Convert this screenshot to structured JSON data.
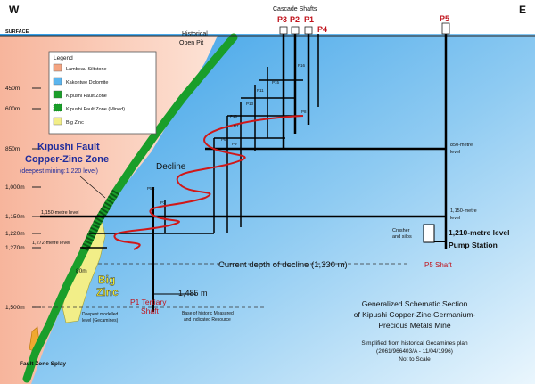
{
  "compass": {
    "west": "W",
    "east": "E"
  },
  "surface": "SURFACE",
  "cascade_shafts": "Cascade Shafts",
  "shafts_top": [
    "P3",
    "P2",
    "P1",
    "P4",
    "P5"
  ],
  "historical_open_pit": [
    "Historical",
    "Open Pit"
  ],
  "legend": {
    "title": "Legend",
    "items": [
      {
        "label": "Lambeau Siltstone",
        "color": "#f4a582"
      },
      {
        "label": "Kakontwe Dolomite",
        "color": "#5bb5ee"
      },
      {
        "label": "Kipushi Fault Zone",
        "color": "#1a9e2a"
      },
      {
        "label": "Kipushi Fault Zone (Mined)",
        "color": "#1a9e2a"
      },
      {
        "label": "Big Zinc",
        "color": "#f2ee88"
      }
    ]
  },
  "depth_labels": [
    "450m",
    "600m",
    "850m",
    "1,000m",
    "1,150m",
    "1,220m",
    "1,270m",
    "1,500m"
  ],
  "kipushi_fault_zone": [
    "Kipushi Fault",
    "Copper-Zinc Zone"
  ],
  "deepest_mining": "(deepest mining:1,220 level)",
  "decline": "Decline",
  "level_labels": {
    "l850": [
      "850-metre",
      "level"
    ],
    "l1150_right": [
      "1,150-metre",
      "level"
    ],
    "l1150_left": "1,150-metre level",
    "l1272": "1,272-metre level",
    "l1210": "1,210-metre level",
    "pump_station": "Pump Station",
    "crusher": [
      "Crusher",
      "and silos"
    ]
  },
  "p5_shaft": "P5 Shaft",
  "p1_tertiary": [
    "P1 Tertiary",
    "Shaft"
  ],
  "current_decline": "Current depth of decline (1,330 m)",
  "depth_1485": "1,485 m",
  "base_resource": [
    "Base of historic Measured",
    "and Indicated Resource"
  ],
  "big_zinc": [
    "Big",
    "Zinc"
  ],
  "dim_80m": "80m",
  "deepest_modelled": [
    "Deepest modelled",
    "level (Gecamines)"
  ],
  "fault_zone_splay": "Fault Zone Splay",
  "raise_labels": [
    "P16",
    "P15",
    "P11",
    "P13",
    "P10",
    "P6",
    "P9",
    "P8",
    "P7",
    "P5E",
    "P3"
  ],
  "title_block": {
    "lines": [
      "Generalized Schematic Section",
      "of Kipushi Copper-Zinc-Germanium-",
      "Precious Metals Mine"
    ],
    "source": [
      "Simplified from historical Gecamines plan",
      "(2061/966403/A - 11/04/1996)",
      "Not to Scale"
    ]
  }
}
